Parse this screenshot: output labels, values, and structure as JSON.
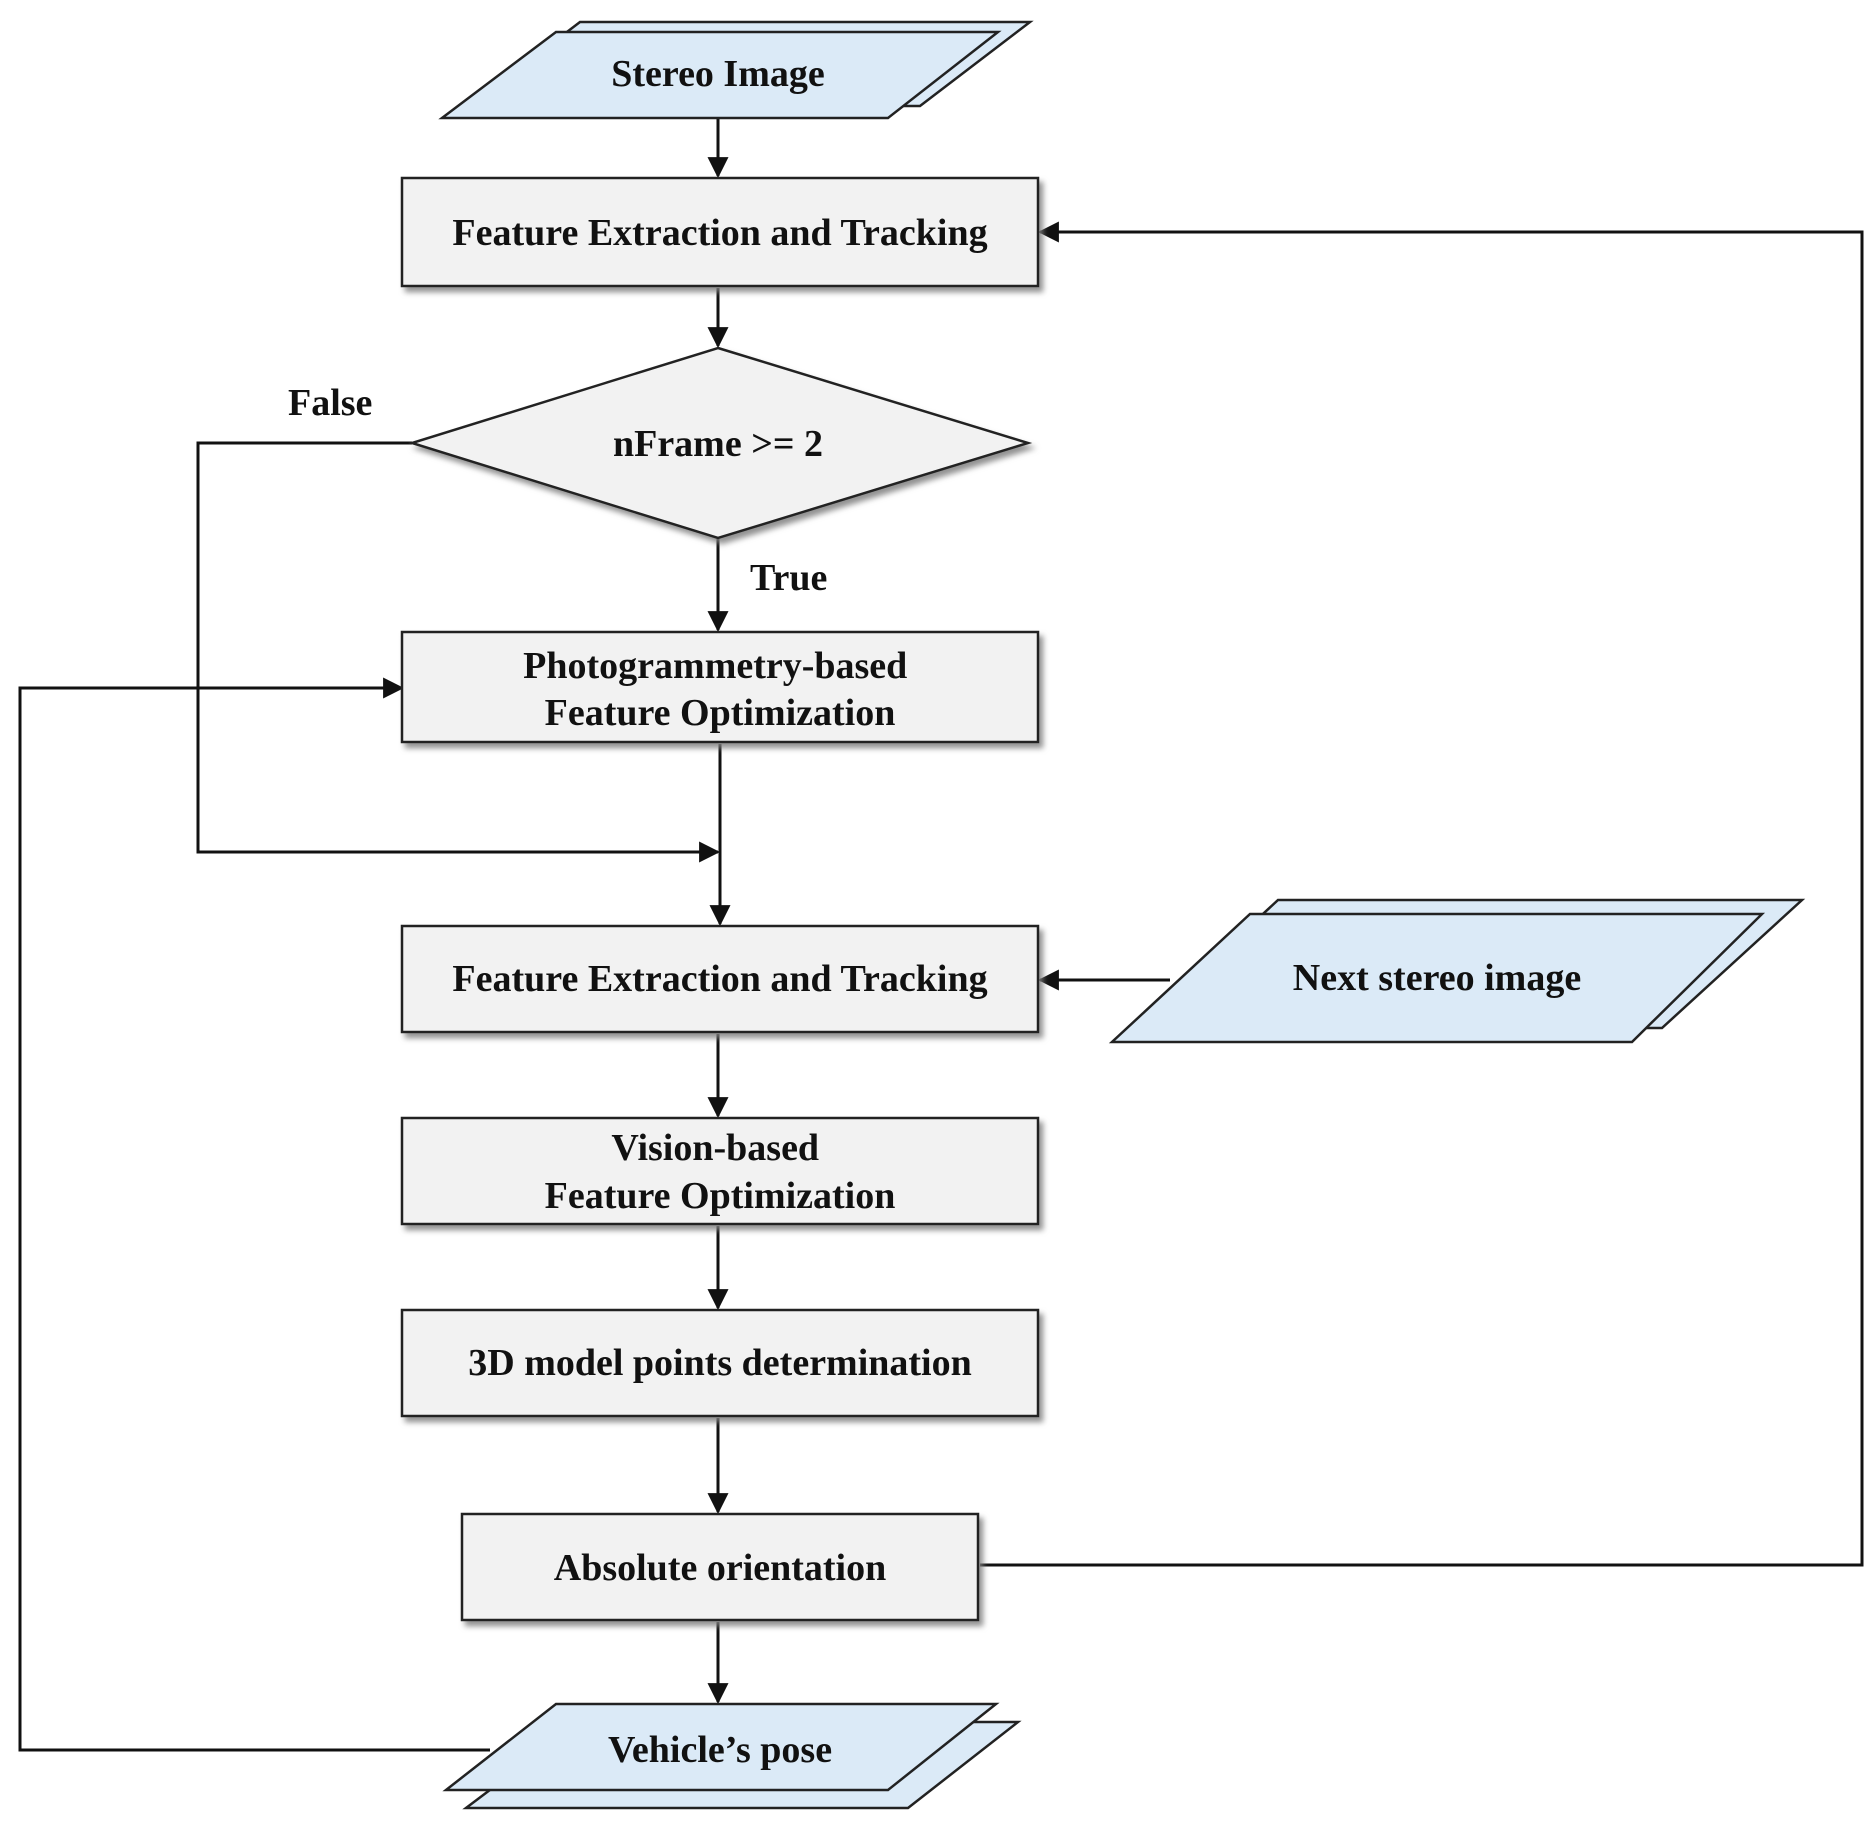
{
  "colors": {
    "process_fill": "#f2f2f2",
    "io_fill": "#dbeaf7",
    "stroke": "#222222",
    "shadow": "#7f7f7f",
    "line": "#111111"
  },
  "nodes": {
    "stereo_image": "Stereo Image",
    "feature_extraction_1": "Feature Extraction and Tracking",
    "decision": "nFrame >= 2",
    "photogrammetry_opt": [
      "Photogrammetry-based",
      "Feature Optimization"
    ],
    "feature_extraction_2": "Feature Extraction and Tracking",
    "next_stereo_image": "Next stereo image",
    "vision_opt": [
      "Vision-based",
      "Feature Optimization"
    ],
    "model_points": "3D model points determination",
    "absolute_orientation": "Absolute orientation",
    "vehicle_pose": "Vehicle’s pose"
  },
  "edge_labels": {
    "false_label": "False",
    "true_label": "True"
  }
}
